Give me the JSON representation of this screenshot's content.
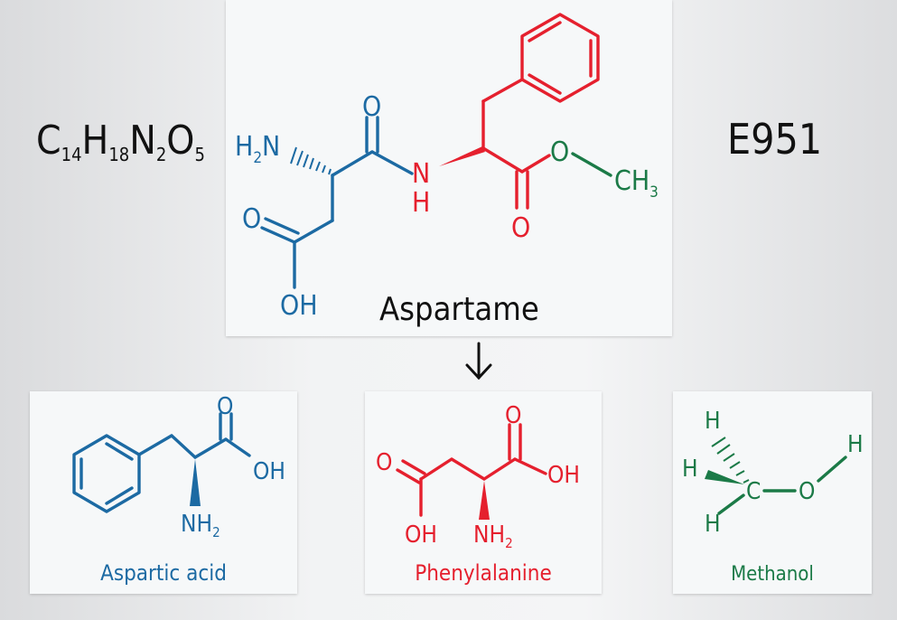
{
  "colors": {
    "blue": "#1c6aa3",
    "red": "#e5202e",
    "green": "#1b7a47",
    "black": "#111111"
  },
  "formula": {
    "c": "C",
    "c_sub": "14",
    "h": "H",
    "h_sub": "18",
    "n": "N",
    "n_sub": "2",
    "o": "O",
    "o_sub": "5"
  },
  "e_number": "E951",
  "aspartame": {
    "name": "Aspartame",
    "labels": {
      "h2n_h": "H",
      "h2n_sub": "2",
      "h2n_n": "N",
      "o_top": "O",
      "o_acid": "O",
      "oh": "OH",
      "nh_n": "N",
      "nh_h": "H",
      "o_ester": "O",
      "o_carbonyl": "O",
      "ch3_ch": "CH",
      "ch3_sub": "3"
    }
  },
  "arrow_glyph": "↓",
  "products": [
    {
      "name": "Aspartic acid",
      "labels": {
        "o": "O",
        "oh": "OH",
        "nh2_nh": "NH",
        "nh2_sub": "2"
      }
    },
    {
      "name": "Phenylalanine",
      "labels": {
        "o_left": "O",
        "o_right": "O",
        "oh_right": "OH",
        "oh_bottom": "OH",
        "nh2_nh": "NH",
        "nh2_sub": "2"
      }
    },
    {
      "name": "Methanol",
      "labels": {
        "h_top": "H",
        "h_left": "H",
        "h_bottom": "H",
        "c": "C",
        "o": "O",
        "h_right": "H"
      }
    }
  ]
}
